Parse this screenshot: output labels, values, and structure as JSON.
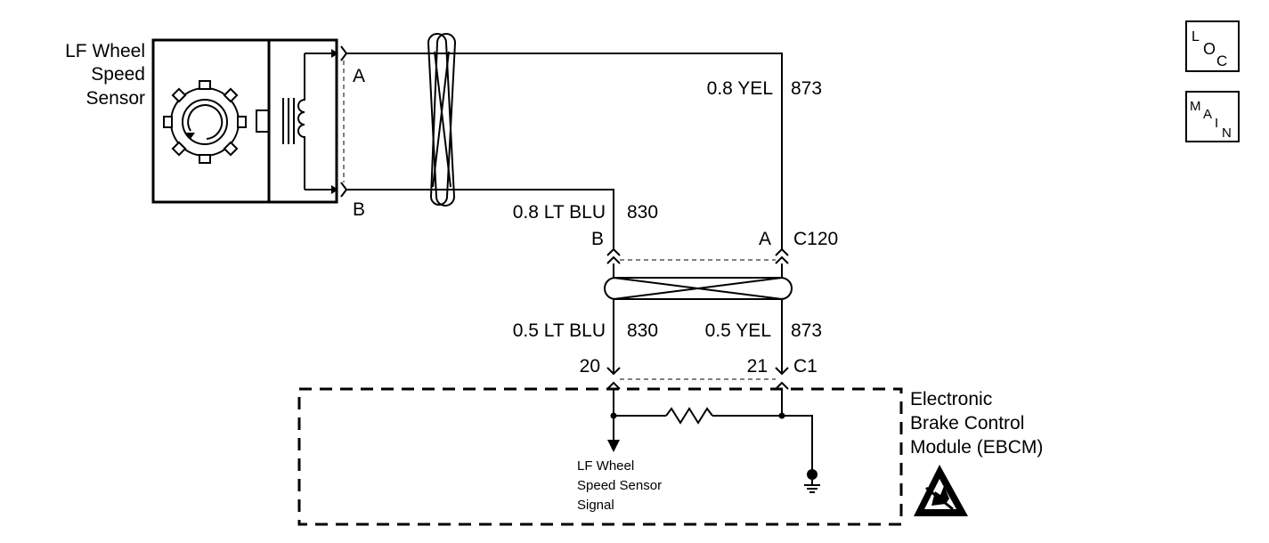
{
  "sensor": {
    "label_line1": "LF Wheel",
    "label_line2": "Speed",
    "label_line3": "Sensor",
    "terminal_a": "A",
    "terminal_b": "B"
  },
  "circuits": {
    "yel_upper": {
      "wire": "0.8 YEL",
      "circuit": "873"
    },
    "blu_upper": {
      "wire": "0.8 LT BLU",
      "circuit": "830"
    },
    "blu_lower": {
      "wire": "0.5 LT BLU",
      "circuit": "830"
    },
    "yel_lower": {
      "wire": "0.5 YEL",
      "circuit": "873"
    }
  },
  "connector_c120": {
    "name": "C120",
    "pin_blu": "B",
    "pin_yel": "A"
  },
  "connector_c1": {
    "name": "C1",
    "pin_blu": "20",
    "pin_yel": "21"
  },
  "ebcm": {
    "label_line1": "Electronic",
    "label_line2": "Brake Control",
    "label_line3": "Module (EBCM)",
    "signal_line1": "LF Wheel",
    "signal_line2": "Speed Sensor",
    "signal_line3": "Signal"
  },
  "nav": {
    "loc": {
      "c1": "L",
      "c2": "O",
      "c3": "C"
    },
    "main": {
      "c1": "M",
      "c2": "A",
      "c3": "I",
      "c4": "N"
    }
  },
  "icons": [
    "coil-icon",
    "tone-wheel-icon",
    "resistor-icon",
    "ground-icon",
    "esd-icon",
    "twisted-pair-icon"
  ]
}
